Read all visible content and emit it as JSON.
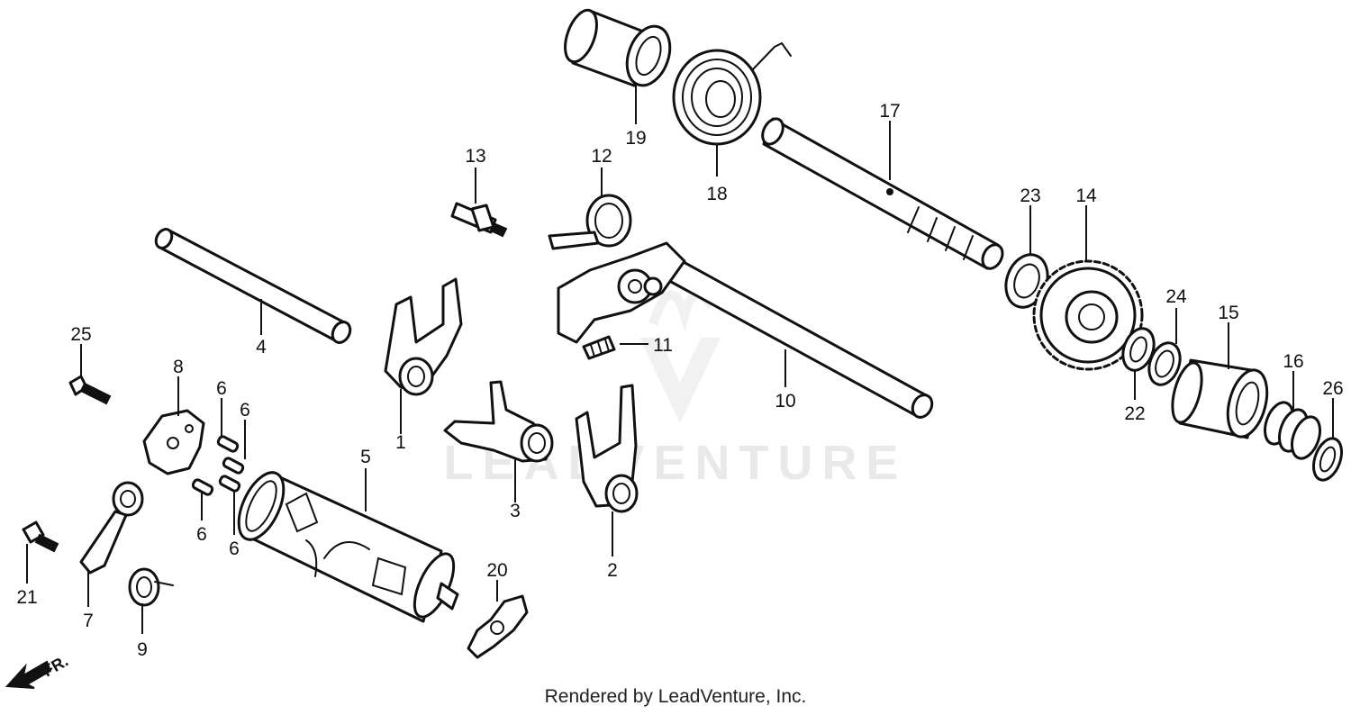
{
  "watermark": "LEADVENTURE",
  "credit": "Rendered by LeadVenture, Inc.",
  "direction_label": "FR.",
  "callouts": [
    "1",
    "2",
    "3",
    "4",
    "5",
    "6",
    "6",
    "6",
    "6",
    "7",
    "8",
    "9",
    "10",
    "11",
    "12",
    "13",
    "14",
    "15",
    "16",
    "17",
    "18",
    "19",
    "20",
    "21",
    "22",
    "23",
    "24",
    "25",
    "26"
  ]
}
